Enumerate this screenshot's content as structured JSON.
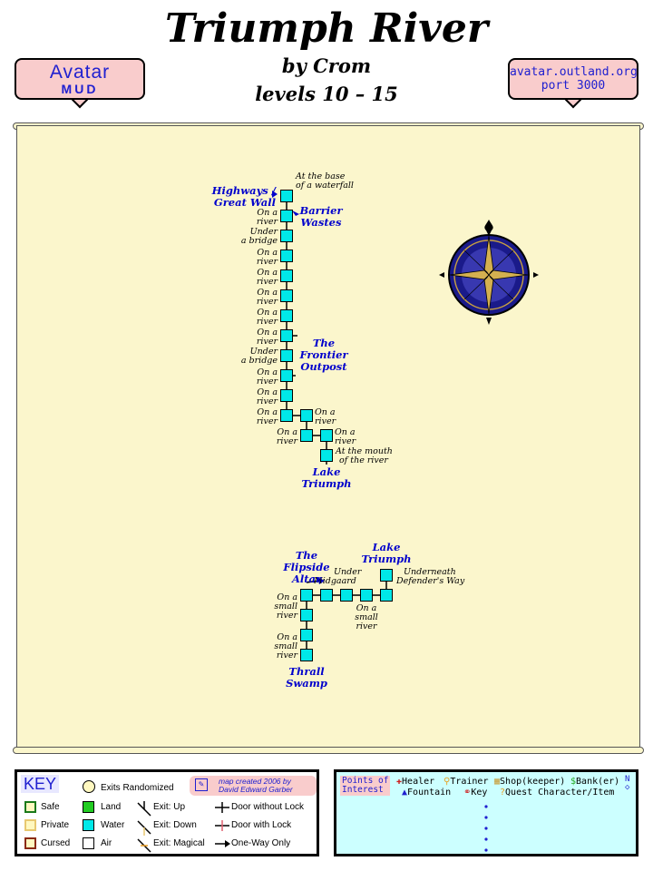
{
  "header": {
    "title": "Triumph River",
    "author": "by Crom",
    "levels": "levels 10 – 15",
    "left_badge": {
      "line1": "Avatar",
      "line2": "MUD"
    },
    "right_badge": {
      "line1": "avatar.outland.org",
      "line2": "port 3000"
    }
  },
  "map": {
    "upper_section": {
      "rooms": [
        "At the base of a waterfall",
        "On a river",
        "Under a bridge",
        "On a river",
        "On a river",
        "On a river",
        "On a river",
        "On a river",
        "Under a bridge",
        "On a river",
        "On a river",
        "On a river",
        "On a river",
        "On a river",
        "On a river",
        "At the mouth of the river"
      ],
      "labels": {
        "waterfall": [
          "At the base",
          "of a waterfall"
        ],
        "r1": [
          "On a",
          "river"
        ],
        "bridge1": [
          "Under",
          "a bridge"
        ],
        "r2": [
          "On a",
          "river"
        ],
        "r3": [
          "On a",
          "river"
        ],
        "r4": [
          "On a",
          "river"
        ],
        "r5": [
          "On a",
          "river"
        ],
        "r6": [
          "On a",
          "river"
        ],
        "bridge2": [
          "Under",
          "a bridge"
        ],
        "r7": [
          "On a",
          "river"
        ],
        "r8": [
          "On a",
          "river"
        ],
        "r9": [
          "On a",
          "river"
        ],
        "r10": [
          "On a",
          "river"
        ],
        "r11": [
          "On a",
          "river"
        ],
        "r12": [
          "On a",
          "river"
        ],
        "mouth": [
          "At the mouth",
          "of the river"
        ]
      },
      "exits": {
        "highways": [
          "Highways /",
          "Great Wall"
        ],
        "barrier": [
          "Barrier",
          "Wastes"
        ],
        "frontier": [
          "The",
          "Frontier",
          "Outpost"
        ],
        "lake": [
          "Lake",
          "Triumph"
        ]
      }
    },
    "lower_section": {
      "labels": {
        "under_midgaard": [
          "Under",
          "Midgaard"
        ],
        "underneath": [
          "Underneath",
          "Defender's Way"
        ],
        "small1": [
          "On a",
          "small",
          "river"
        ],
        "small2": [
          "On a",
          "small",
          "river"
        ],
        "small3": [
          "On a",
          "small",
          "river"
        ]
      },
      "exits": {
        "altar": [
          "The",
          "Flipside",
          "Altar"
        ],
        "lake": [
          "Lake",
          "Triumph"
        ],
        "thrall": [
          "Thrall",
          "Swamp"
        ]
      }
    }
  },
  "legend": {
    "title": "KEY",
    "exits_randomized": "Exits Randomized",
    "credit": [
      "map created 2006 by",
      "David Edward Garber"
    ],
    "zones": [
      "Safe",
      "Private",
      "Cursed"
    ],
    "terrain": [
      "Land",
      "Water",
      "Air"
    ],
    "exit_types": [
      "Exit: Up",
      "Exit: Down",
      "Exit: Magical"
    ],
    "doors": [
      "Door without Lock",
      "Door with Lock",
      "One-Way Only"
    ],
    "colors": {
      "safe": "#1a7a1a",
      "private": "#e8c870",
      "cursed": "#8a2a10",
      "land": "#22cc22",
      "water": "#00e8e8",
      "air": "#ffffff"
    }
  },
  "poi": {
    "title": [
      "Points of",
      "Interest"
    ],
    "items": [
      "Healer",
      "Trainer",
      "Shop(keeper)",
      "Bank(er)",
      "Fountain",
      "Key",
      "Quest Character/Item"
    ],
    "compass": "N"
  }
}
